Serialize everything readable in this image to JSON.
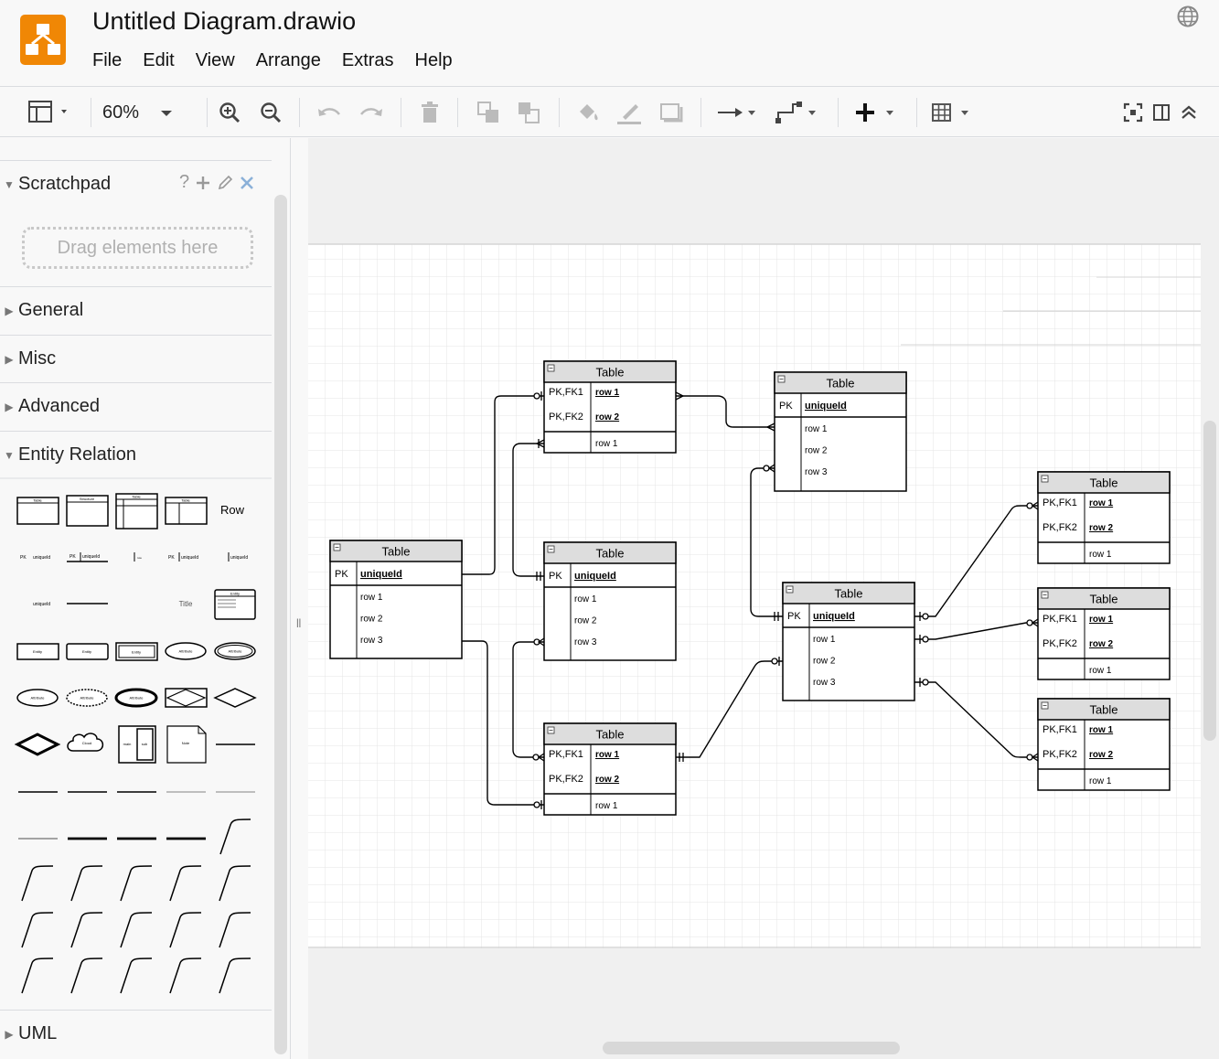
{
  "app": {
    "title": "Untitled Diagram.drawio",
    "menu": [
      "File",
      "Edit",
      "View",
      "Arrange",
      "Extras",
      "Help"
    ]
  },
  "toolbar": {
    "zoom": "60%"
  },
  "sidebar": {
    "scratchpad": {
      "title": "Scratchpad",
      "help": "?",
      "dropzone": "Drag elements here"
    },
    "sections": [
      "General",
      "Misc",
      "Advanced",
      "Entity Relation",
      "UML"
    ],
    "er_palette": {
      "row1_labels": [
        "Table",
        "Structure",
        "Table",
        "Table",
        "Row"
      ],
      "pk": "PK",
      "uniqueid": "uniqueId",
      "title": "Title",
      "entity": "Entity",
      "attribute": "Attribute",
      "cloud": "Cloud",
      "note": "Note",
      "main": "main",
      "sub": "sub"
    }
  },
  "diagram": {
    "tables": [
      {
        "id": "t1",
        "title": "Table",
        "rows": [
          [
            "PK,FK1",
            "row 1"
          ],
          [
            "PK,FK2",
            "row 2"
          ],
          [
            "",
            "row 1"
          ]
        ]
      },
      {
        "id": "t2",
        "title": "Table",
        "rows": [
          [
            "PK",
            "uniqueId"
          ],
          [
            "",
            "row 1"
          ],
          [
            "",
            "row 2"
          ],
          [
            "",
            "row 3"
          ]
        ]
      },
      {
        "id": "t3",
        "title": "Table",
        "rows": [
          [
            "PK",
            "uniqueId"
          ],
          [
            "",
            "row 1"
          ],
          [
            "",
            "row 2"
          ],
          [
            "",
            "row 3"
          ]
        ]
      },
      {
        "id": "t4",
        "title": "Table",
        "rows": [
          [
            "PK",
            "uniqueId"
          ],
          [
            "",
            "row 1"
          ],
          [
            "",
            "row 2"
          ],
          [
            "",
            "row 3"
          ]
        ]
      },
      {
        "id": "t5",
        "title": "Table",
        "rows": [
          [
            "PK,FK1",
            "row 1"
          ],
          [
            "PK,FK2",
            "row 2"
          ],
          [
            "",
            "row 1"
          ]
        ]
      },
      {
        "id": "t6",
        "title": "Table",
        "rows": [
          [
            "PK",
            "uniqueId"
          ],
          [
            "",
            "row 1"
          ],
          [
            "",
            "row 2"
          ],
          [
            "",
            "row 3"
          ]
        ]
      },
      {
        "id": "t7",
        "title": "Table",
        "rows": [
          [
            "PK,FK1",
            "row 1"
          ],
          [
            "PK,FK2",
            "row 2"
          ],
          [
            "",
            "row 1"
          ]
        ]
      },
      {
        "id": "t8",
        "title": "Table",
        "rows": [
          [
            "PK,FK1",
            "row 1"
          ],
          [
            "PK,FK2",
            "row 2"
          ],
          [
            "",
            "row 1"
          ]
        ]
      },
      {
        "id": "t9",
        "title": "Table",
        "rows": [
          [
            "PK,FK1",
            "row 1"
          ],
          [
            "PK,FK2",
            "row 2"
          ],
          [
            "",
            "row 1"
          ]
        ]
      }
    ]
  },
  "colors": {
    "logo": "#f08705",
    "table_header": "#dddddd",
    "grid": "#e4e4e4",
    "page": "#ffffff"
  }
}
